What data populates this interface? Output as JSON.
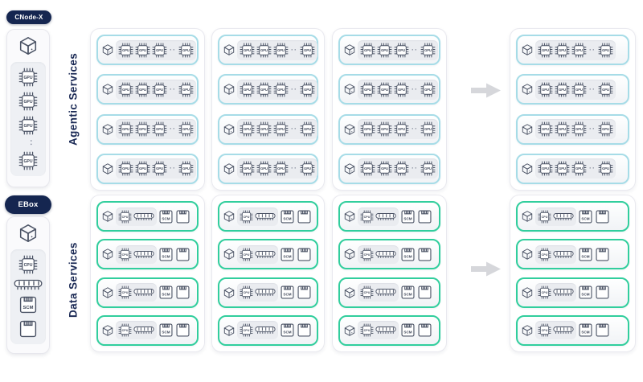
{
  "sidebar": {
    "cnode_label": "CNode-X",
    "ebox_label": "EBox",
    "cnode_stack": [
      "cube",
      "gpu",
      "gpu",
      "gpu",
      "ellipsis-v",
      "gpu"
    ],
    "ebox_stack": [
      "cube",
      "cpu",
      "dimm",
      "scm",
      "disk"
    ]
  },
  "section_labels": {
    "agentic": "Agentic Services",
    "data": "Data Services"
  },
  "chip_labels": {
    "gpu": "GPU",
    "cpu": "CPU",
    "scm": "SCM"
  },
  "ellipsis": "··",
  "grid": {
    "column_count": 4,
    "agentic_rows_per_column": 4,
    "data_rows_per_column": 4,
    "agentic_row_icons": [
      "cube",
      "gpu",
      "gpu",
      "gpu",
      "ellipsis",
      "gpu"
    ],
    "data_row_icons": [
      "cube",
      "cpu",
      "dimm",
      "scm",
      "disk"
    ],
    "arrows_between_columns": [
      3,
      4
    ],
    "arrow_count": 2
  },
  "palette": {
    "navy": "#152650",
    "agentic_border": "#a6dce7",
    "data_border": "#31ce9d",
    "icon_stroke": "#4b5365",
    "arrow_gray": "#d6d7db",
    "inner_gray": "#eef0f4"
  }
}
